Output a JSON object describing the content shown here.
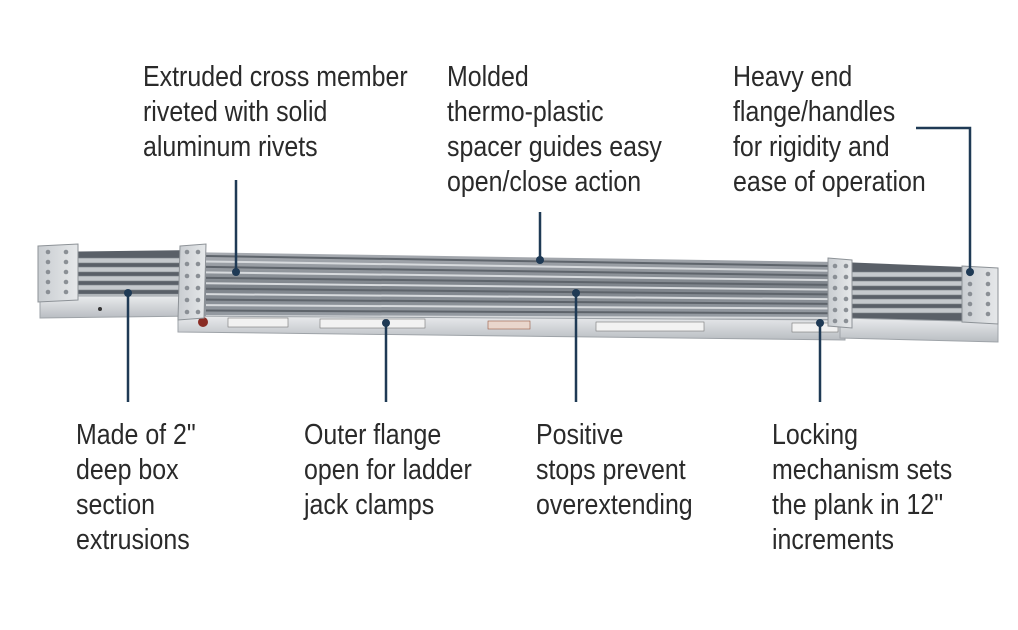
{
  "callouts": {
    "cross_member": [
      "Extruded cross member",
      "riveted with solid",
      "aluminum rivets"
    ],
    "spacer_guides": [
      "Molded",
      "thermo-plastic",
      "spacer guides easy",
      "open/close action"
    ],
    "end_flange": [
      "Heavy end",
      "flange/handles",
      "for rigidity and",
      "ease of operation"
    ],
    "box_section": [
      "Made of 2\"",
      "deep box",
      "section",
      "extrusions"
    ],
    "outer_flange": [
      "Outer flange",
      "open for ladder",
      "jack clamps"
    ],
    "positive_stops": [
      "Positive",
      "stops prevent",
      "overextending"
    ],
    "locking": [
      "Locking",
      "mechanism sets",
      "the plank in 12\"",
      "increments"
    ]
  },
  "colors": {
    "leader_line": "#1f3a55",
    "text": "#2a2a2a",
    "aluminum_light": "#d9dcdf",
    "aluminum_dark": "#6f757c"
  }
}
